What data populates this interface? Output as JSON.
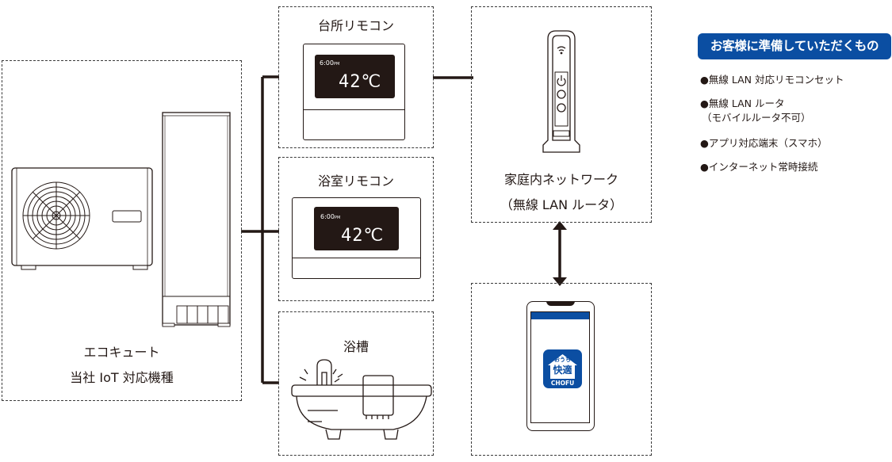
{
  "ecocute": {
    "line1": "エコキュート",
    "line2": "当社 IoT 対応機種"
  },
  "kitchen_remote": {
    "title": "台所リモコン",
    "time": "6:00",
    "ampm": "PM",
    "temp": "42℃"
  },
  "bath_remote": {
    "title": "浴室リモコン",
    "time": "6:00",
    "ampm": "PM",
    "temp": "42℃"
  },
  "bathtub": {
    "title": "浴槽"
  },
  "router": {
    "line1": "家庭内ネットワーク",
    "line2": "（無線 LAN ルータ）"
  },
  "smartphone": {
    "app_line1": "おうち",
    "app_line2": "快適",
    "app_line3": "CHOFU"
  },
  "requirements": {
    "title": "お客様に準備していただくもの",
    "items": [
      {
        "text": "●無線 LAN 対応リモコンセット"
      },
      {
        "text": "●無線 LAN ルータ",
        "sub": "（モバイルルータ不可）"
      },
      {
        "text": "●アプリ対応端末（スマホ）"
      },
      {
        "text": "●インターネット常時接続"
      }
    ]
  },
  "colors": {
    "brand_blue": "#0b4ea2",
    "line": "#231815"
  }
}
